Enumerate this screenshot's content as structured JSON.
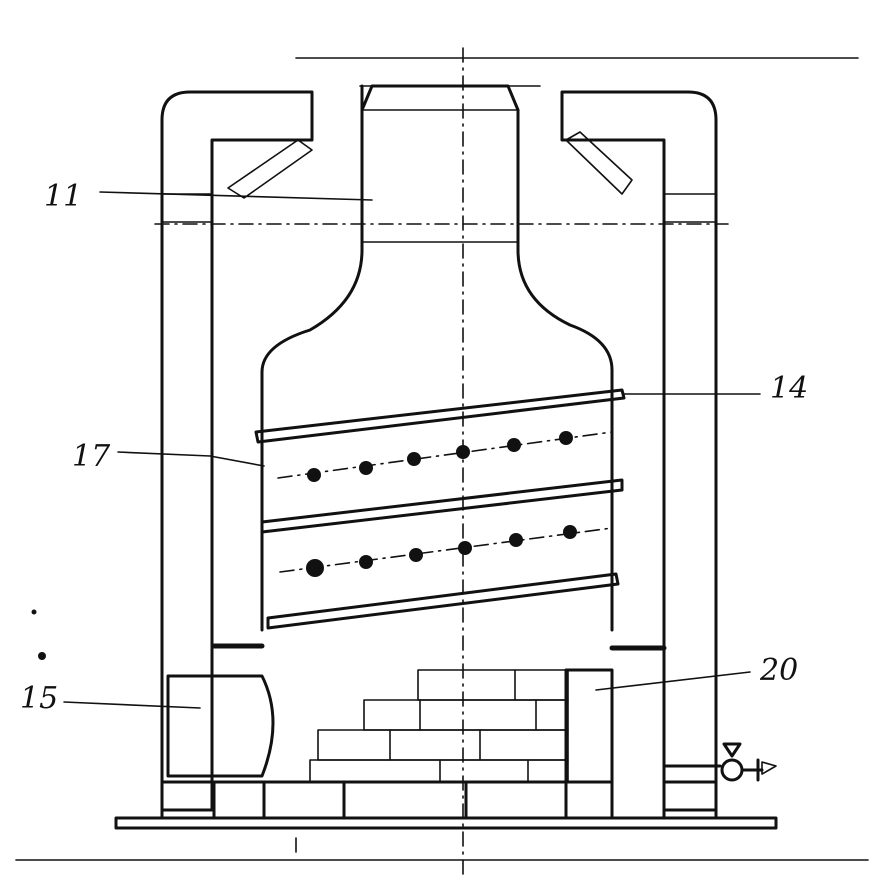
{
  "labels": {
    "l11": "11",
    "l14": "14",
    "l15": "15",
    "l17": "17",
    "l20": "20"
  },
  "colors": {
    "ink": "#111111",
    "paper": "#ffffff"
  },
  "icons": {
    "valve": "valve-icon"
  }
}
